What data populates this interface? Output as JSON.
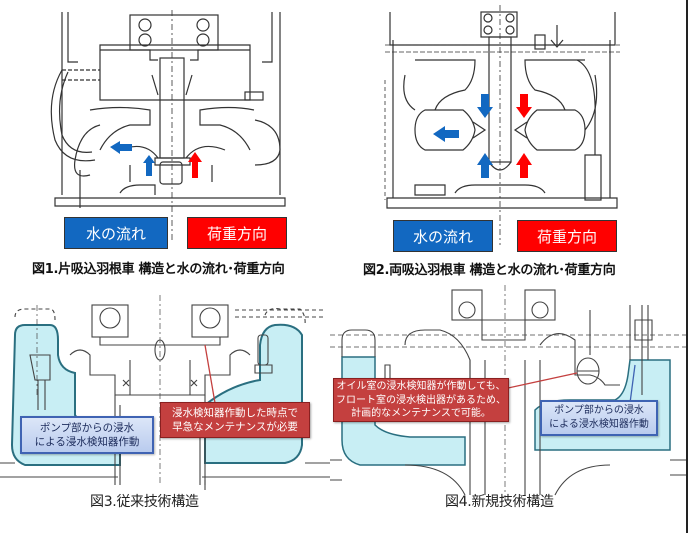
{
  "figures": [
    {
      "id": "fig1",
      "legend": {
        "water_flow": "水の流れ",
        "load_direction": "荷重方向"
      },
      "caption_prefix": "図1.",
      "caption": "片吸込羽根車 構造と水の流れ･荷重方向"
    },
    {
      "id": "fig2",
      "legend": {
        "water_flow": "水の流れ",
        "load_direction": "荷重方向"
      },
      "caption_prefix": "図2.",
      "caption": "両吸込羽根車 構造と水の流れ･荷重方向"
    },
    {
      "id": "fig3",
      "caption": "図3.従来技術構造",
      "callouts": {
        "red": [
          "浸水検知器作動した時点で",
          "早急なメンテナンスが必要"
        ],
        "blue": [
          "ポンプ部からの浸水",
          "による浸水検知器作動"
        ]
      }
    },
    {
      "id": "fig4",
      "caption": "図4.新規技術構造",
      "callouts": {
        "red": [
          "オイル室の浸水検知器が作動しても、",
          "フロート室の浸水検出器があるため、",
          "計画的なメンテナンスで可能。"
        ],
        "blue": [
          "ポンプ部からの浸水",
          "による浸水検知器作動"
        ]
      }
    }
  ],
  "colors": {
    "water_flow": "#1268c1",
    "load_direction": "#ff0000",
    "water_fill": "#c8eef4",
    "callout_red": "#c4403f",
    "callout_blue_border": "#3f63b3"
  },
  "icons": {
    "water_arrow": "arrow-icon",
    "load_arrow": "arrow-icon"
  }
}
